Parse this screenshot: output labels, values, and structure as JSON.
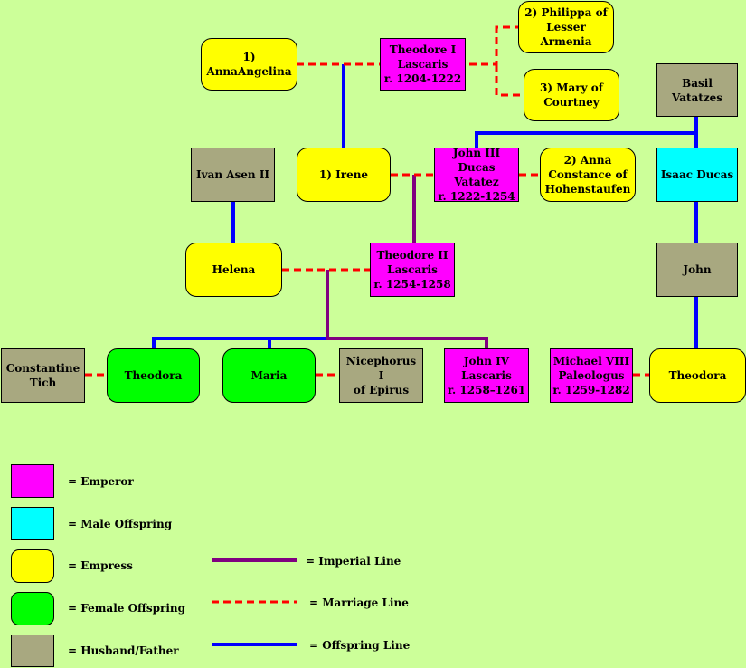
{
  "colors": {
    "emperor": "#ff00ff",
    "male_offspring": "#00ffff",
    "empress": "#ffff00",
    "female_offspring": "#00ff00",
    "husband_father": "#a8a880",
    "imperial_line": "#800080",
    "marriage_line": "#ff0000",
    "offspring_line": "#0000ff",
    "background": "#ccff99"
  },
  "nodes": {
    "anna_angelina": "1) AnnaAngelina",
    "theodore_i": "Theodore I\nLascaris\nr. 1204-1222",
    "philippa": "2) Philippa of\nLesser Armenia",
    "mary_courtney": "3) Mary of\nCourtney",
    "basil_vatatzes": "Basil Vatatzes",
    "ivan_asen": "Ivan Asen II",
    "irene": "1) Irene",
    "john_iii": "John III Ducas\nVatatez\nr. 1222-1254",
    "anna_constance": "2) Anna\nConstance of\nHohenstaufen",
    "isaac_ducas": "Isaac Ducas",
    "helena": "Helena",
    "theodore_ii": "Theodore II\nLascaris\nr. 1254-1258",
    "john": "John",
    "constantine_tich": "Constantine\nTich",
    "theodora_left": "Theodora",
    "maria": "Maria",
    "nicephorus": "Nicephorus I\nof Epirus",
    "john_iv": "John IV\nLascaris\nr. 1258–1261",
    "michael_viii": "Michael VIII\nPaleologus\nr. 1259-1282",
    "theodora_right": "Theodora"
  },
  "legend": {
    "emperor": "= Emperor",
    "male_offspring": "= Male Offspring",
    "empress": "= Empress",
    "female_offspring": "= Female Offspring",
    "husband_father": "= Husband/Father",
    "imperial_line": "= Imperial Line",
    "marriage_line": "= Marriage Line",
    "offspring_line": "= Offspring Line"
  }
}
